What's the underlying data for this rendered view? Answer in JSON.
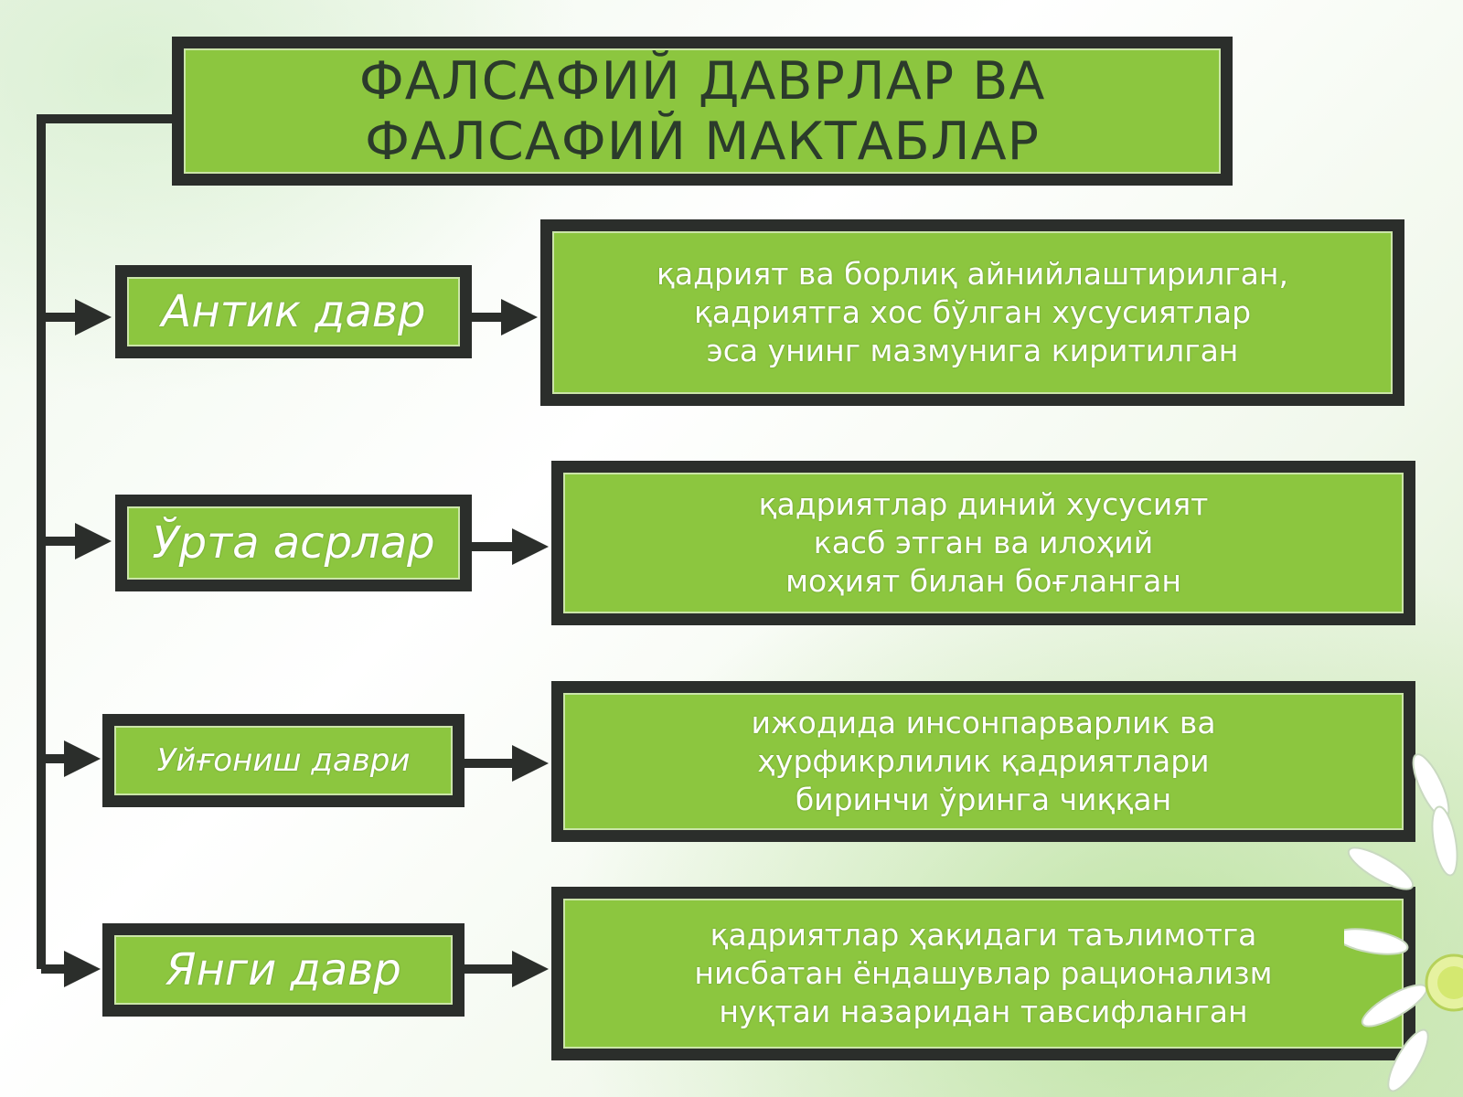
{
  "title": "ФАЛСАФИЙ ДАВРЛАР ВА\nФАЛСАФИЙ МАКТАБЛАР",
  "periods": [
    {
      "name": "Антик давр",
      "description": "қадрият ва борлиқ айнийлаштирилган,\nқадриятга хос бўлган хусусиятлар\nэса унинг мазмунига киритилган"
    },
    {
      "name": "Ўрта асрлар",
      "description": "қадриятлар диний хусусият\nкасб этган ва илоҳий\nмоҳият билан боғланган"
    },
    {
      "name": "Уйғониш даври",
      "description": "ижодида  инсонпарварлик ва\nҳурфикрлилик қадриятлари\nбиринчи ўринга чиққан"
    },
    {
      "name": "Янги давр",
      "description": "қадриятлар ҳақидаги таълимотга\nнисбатан ёндашувлар рационализм\nнуқтаи назаридан тавсифланган"
    }
  ],
  "colors": {
    "box_fill": "#8cc63f",
    "box_border": "#2b2e2b",
    "title_text": "#2b3b2b",
    "body_text": "#ffffff"
  }
}
